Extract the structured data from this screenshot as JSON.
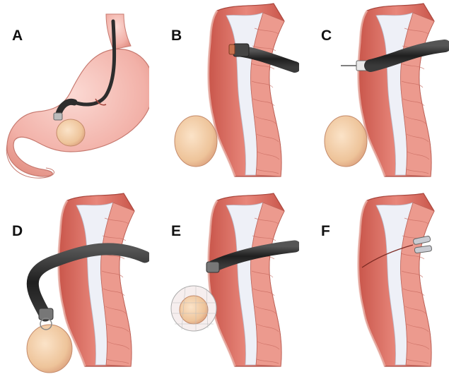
{
  "panels": [
    {
      "id": "a",
      "label": "A"
    },
    {
      "id": "b",
      "label": "B"
    },
    {
      "id": "c",
      "label": "C"
    },
    {
      "id": "d",
      "label": "D"
    },
    {
      "id": "e",
      "label": "E"
    },
    {
      "id": "f",
      "label": "F"
    }
  ],
  "colors": {
    "stomach_fill": "#f3b6ae",
    "mucosa": "#e98a7e",
    "muscle_layer": "#d9685c",
    "submucosa": "#e9ecf5",
    "tumor": "#f2c9a0",
    "endoscope": "#2d2d2d",
    "background": "#ffffff"
  }
}
